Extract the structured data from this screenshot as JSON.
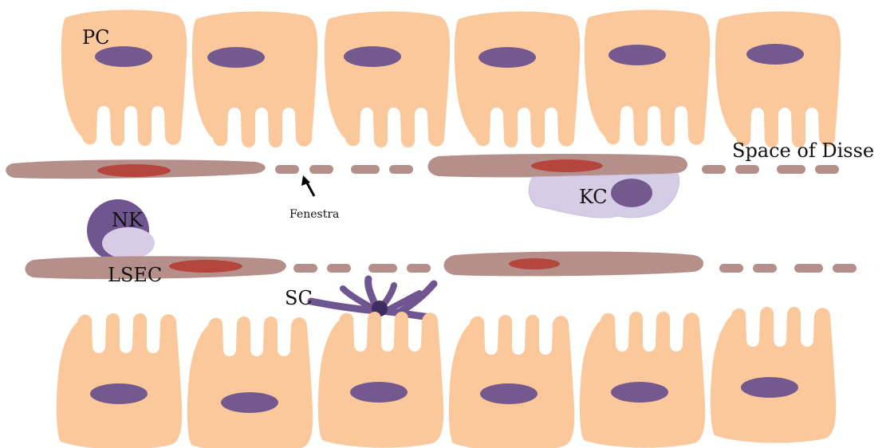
{
  "labels": {
    "pc": "PC",
    "space_of_disse": "Space of Disse",
    "fenestra": "Fenestra",
    "kc": "KC",
    "nk": "NK",
    "lsec": "LSEC",
    "sc": "SC"
  },
  "colors": {
    "hepatocyte": "#fbc89b",
    "nucleus": "#74598f",
    "endothelium": "#b58f89",
    "endothelial_nucleus": "#b5463e",
    "kupffer_cell": "#d5cde6",
    "nk_cell": "#6f5690",
    "nk_inner": "#d8cbe6",
    "stellate_cell": "#6f5690",
    "stellate_nucleus": "#3f2d60"
  }
}
